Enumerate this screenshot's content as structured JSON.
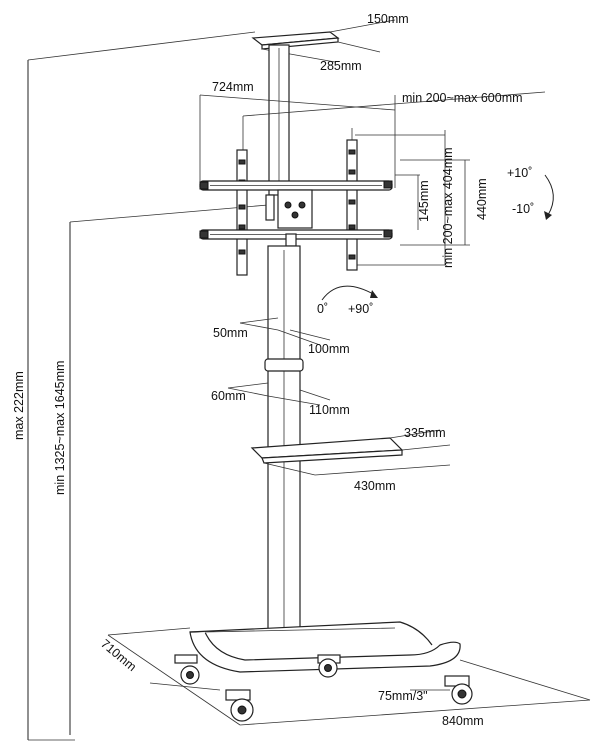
{
  "dimensions": {
    "top_plate_width": "150mm",
    "top_plate_depth": "285mm",
    "bracket_width": "724mm",
    "vesa_horizontal": "min 200~max 600mm",
    "vesa_vertical": "min 200~max 404mm",
    "bracket_height": "440mm",
    "tilt_up": "+10˚",
    "tilt_down": "-10˚",
    "vesa_offset": "145mm",
    "rotation_start": "0˚",
    "rotation_end": "+90˚",
    "clamp1_height": "50mm",
    "clamp1_depth": "100mm",
    "clamp2_height": "60mm",
    "clamp2_depth": "110mm",
    "shelf_depth": "335mm",
    "shelf_width": "430mm",
    "total_height": "max 222mm",
    "center_height": "min 1325~max 1645mm",
    "base_depth": "710mm",
    "base_width": "840mm",
    "caster_size": "75mm/3\""
  }
}
